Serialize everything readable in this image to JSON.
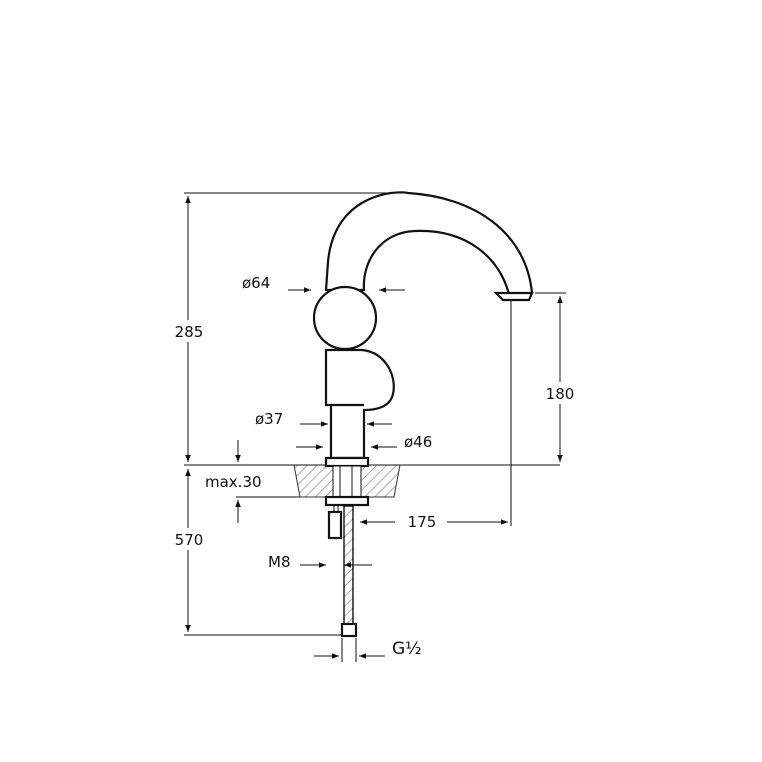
{
  "drawing": {
    "labels": {
      "d64": "ø64",
      "d37": "ø37",
      "d46": "ø46",
      "h285": "285",
      "h180": "180",
      "h570": "570",
      "max30": "max.30",
      "w175": "175",
      "m8": "M8",
      "g12": "G½"
    },
    "colors": {
      "line": "#111111",
      "background": "#ffffff"
    }
  }
}
